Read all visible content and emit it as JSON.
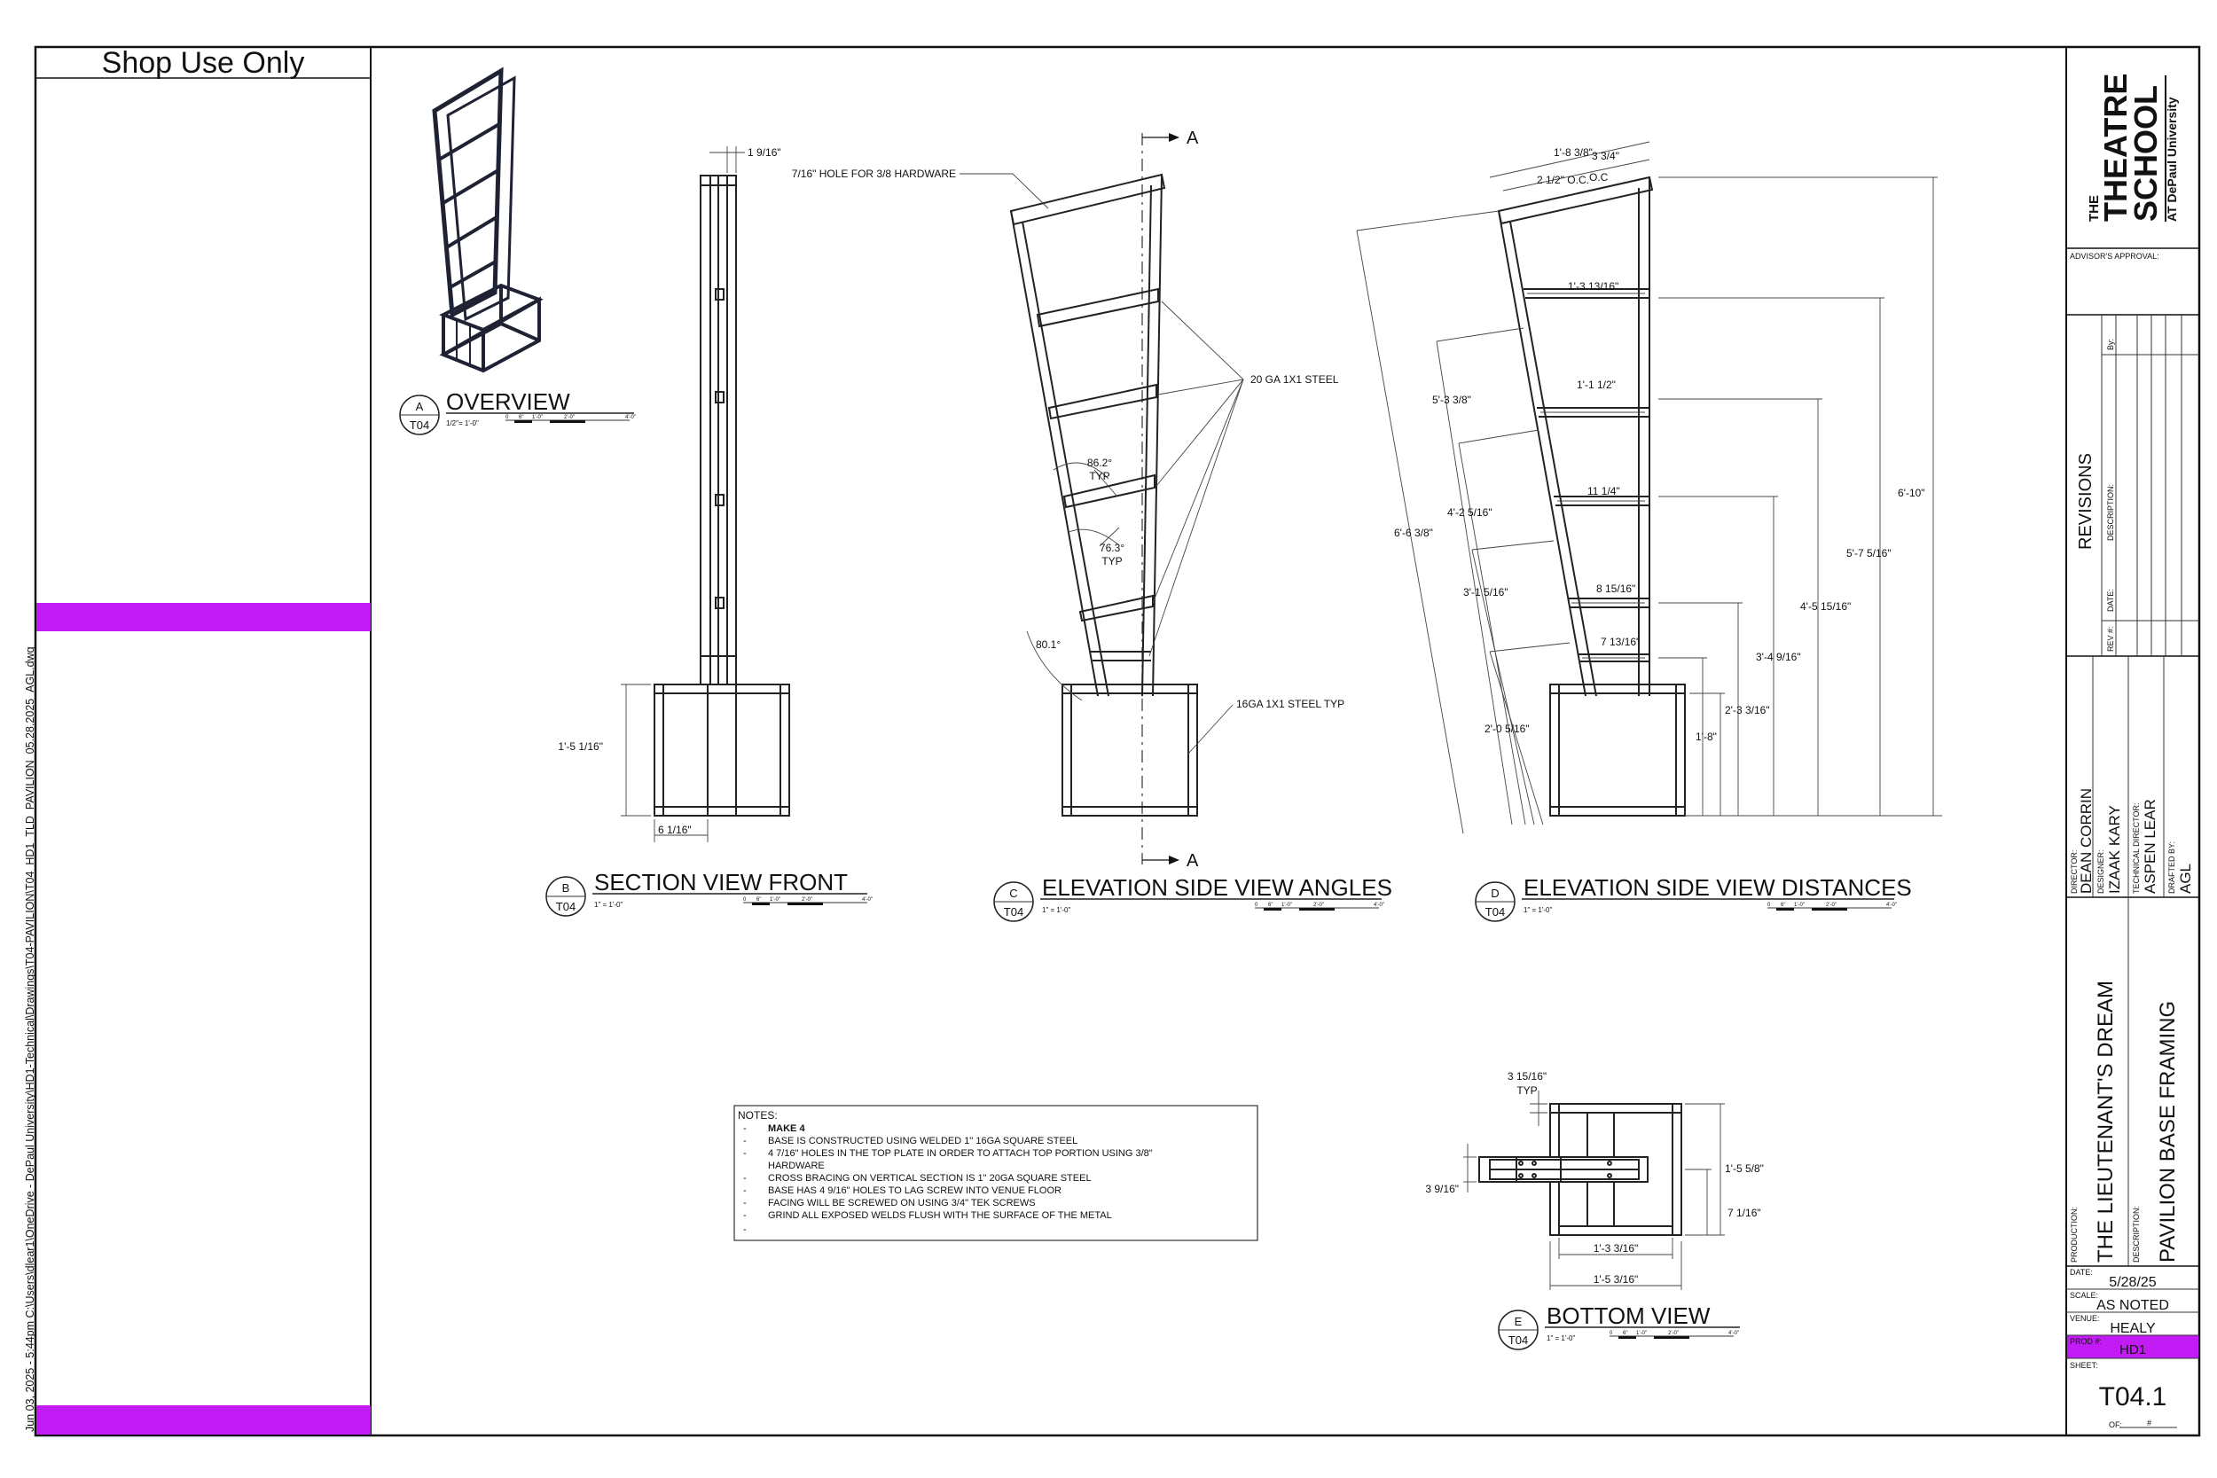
{
  "file_path_stamp": "Jun 03, 2025 - 5:44pm C:\\Users\\dlear1\\OneDrive - DePaul University\\HD1-Technical\\Drawings\\T04-PAVILION\\T04_HD1_TLD_PAVILION_05.28.2025_AGL.dwg",
  "shop_use": {
    "title": "Shop Use Only"
  },
  "colors": {
    "accent": "#c21bf5",
    "line": "#222222",
    "paper": "#ffffff"
  },
  "views": {
    "overview": {
      "letter": "A",
      "sheet": "T04",
      "title": "OVERVIEW",
      "scale": "1/2\"= 1'-0\""
    },
    "section_front": {
      "letter": "B",
      "sheet": "T04",
      "title": "SECTION VIEW FRONT",
      "scale": "1\" = 1'-0\""
    },
    "elevation_angles": {
      "letter": "C",
      "sheet": "T04",
      "title": "ELEVATION SIDE VIEW ANGLES",
      "scale": "1\" = 1'-0\""
    },
    "elevation_distances": {
      "letter": "D",
      "sheet": "T04",
      "title": "ELEVATION SIDE VIEW DISTANCES",
      "scale": "1\" = 1'-0\""
    },
    "bottom": {
      "letter": "E",
      "sheet": "T04",
      "title": "BOTTOM VIEW",
      "scale": "1\" = 1'-0\""
    }
  },
  "scale_bar_ticks": [
    "0",
    "6\"",
    "1'-0\"",
    "2'-0\"",
    "4'-0\""
  ],
  "annotations": {
    "section_mark": "A",
    "hole_note": "7/16\" HOLE FOR 3/8 HARDWARE",
    "steel_20ga": "20 GA 1X1 STEEL",
    "steel_16ga": "16GA 1X1 STEEL TYP",
    "angle_1": "86.2°",
    "angle_2": "76.3°",
    "angle_typ": "TYP",
    "angle_3": "80.1°",
    "dim_b_top": "1 9/16\"",
    "dim_b_base_h": "1'-5 1/16\"",
    "dim_b_base_w": "6 1/16\"",
    "dim_d_top1": "1'-8 3/8\"",
    "dim_d_top2": "3 3/4\"",
    "dim_d_oc1": "2 1/2\" O.C.",
    "dim_d_oc2": "O.C",
    "dim_d_rung1": "1'-3 13/16\"",
    "dim_d_rung2": "1'-1 1/2\"",
    "dim_d_rung3": "11 1/4\"",
    "dim_d_rung4": "8 15/16\"",
    "dim_d_rung5": "7 13/16\"",
    "dim_d_left1": "5'-3 3/8\"",
    "dim_d_left2": "4'-2 5/16\"",
    "dim_d_left3": "3'-1 5/16\"",
    "dim_d_left4": "2'-0 5/16\"",
    "dim_d_total_left": "6'-6 3/8\"",
    "dim_d_right1": "6'-10\"",
    "dim_d_right2": "5'-7 5/16\"",
    "dim_d_right3": "4'-5 15/16\"",
    "dim_d_right4": "3'-4 9/16\"",
    "dim_d_right5": "2'-3 3/16\"",
    "dim_d_right6": "1'-8\"",
    "dim_e_typ_val": "3 15/16\"",
    "dim_e_typ": "TYP",
    "dim_e_left": "3 9/16\"",
    "dim_e_right1": "1'-5 5/8\"",
    "dim_e_right2": "7 1/16\"",
    "dim_e_bot1": "1'-3 3/16\"",
    "dim_e_bot2": "1'-5 3/16\""
  },
  "notes": {
    "heading": "NOTES:",
    "items": [
      "MAKE 4",
      "BASE IS CONSTRUCTED USING WELDED 1\" 16GA SQUARE STEEL",
      "4 7/16\" HOLES IN THE TOP PLATE IN ORDER TO ATTACH TOP PORTION USING 3/8\" HARDWARE",
      "CROSS BRACING ON VERTICAL SECTION IS 1\" 20GA SQUARE STEEL",
      "BASE HAS 4 9/16\" HOLES TO LAG SCREW INTO VENUE FLOOR",
      "FACING WILL BE SCREWED ON USING 3/4\" TEK SCREWS",
      "GRIND ALL EXPOSED WELDS FLUSH WITH THE SURFACE OF THE METAL",
      ""
    ]
  },
  "title_block": {
    "logo_the": "THE",
    "logo_theatre": "THEATRE",
    "logo_school": "SCHOOL",
    "logo_sub": "AT DePaul University",
    "advisors_approval": "ADVISOR'S APPROVAL:",
    "revisions_title": "REVISIONS",
    "rev_col_rev": "REV #:",
    "rev_col_date": "DATE:",
    "rev_col_desc": "DESCRIPTION:",
    "rev_col_by": "By:",
    "director_label": "DIRECTOR:",
    "director": "DEAN CORRIN",
    "designer_label": "DESIGNER:",
    "designer": "IZAAK KARY",
    "tech_director_label": "TECHNICAL DIRECTOR:",
    "tech_director": "ASPEN LEAR",
    "drafted_by_label": "DRAFTED BY:",
    "drafted_by": "AGL",
    "production_label": "PRODUCTION:",
    "production": "THE LIEUTENANT'S DREAM",
    "description_label": "DESCRIPTION:",
    "description": "PAVILION BASE FRAMING",
    "date_label": "DATE:",
    "date": "5/28/25",
    "scale_label": "SCALE:",
    "scale": "AS NOTED",
    "venue_label": "VENUE:",
    "venue": "HEALY",
    "prod_label": "PROD #:",
    "prod": "HD1",
    "sheet_label": "SHEET:",
    "sheet": "T04.1",
    "of_label": "OF:",
    "of_value": "#"
  }
}
